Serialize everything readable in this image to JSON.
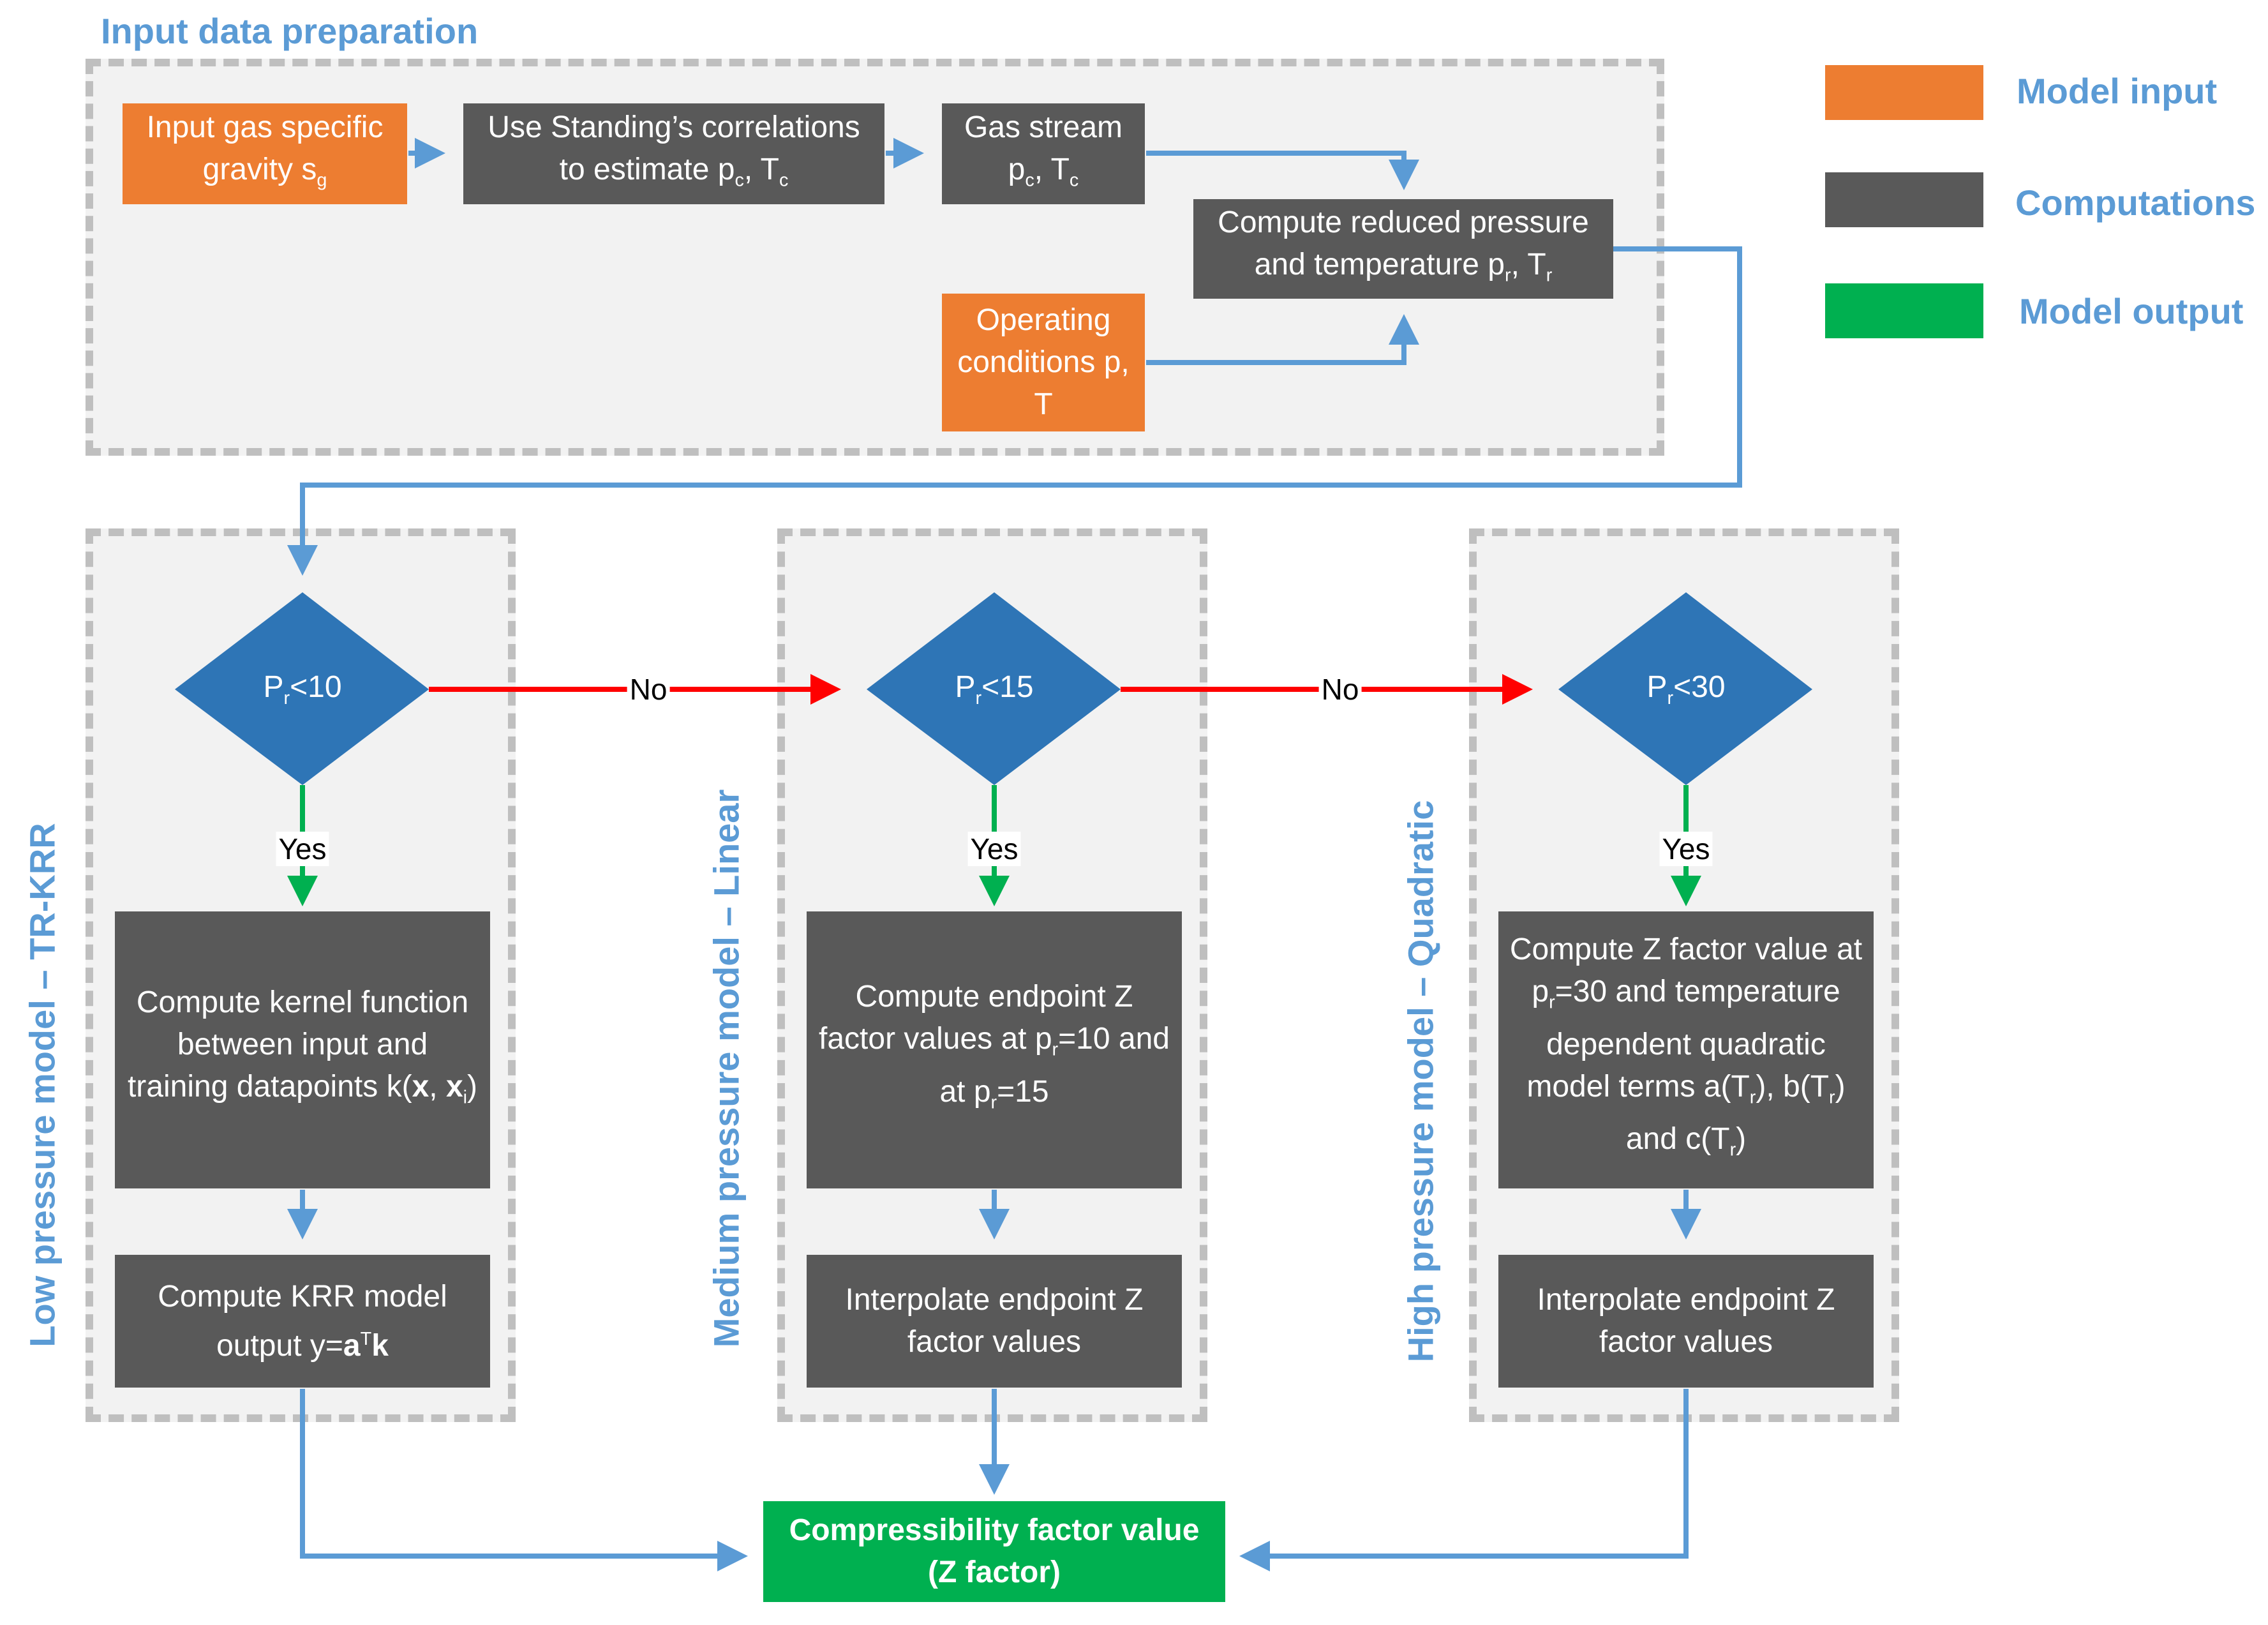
{
  "title": "Input data preparation",
  "legend": [
    {
      "label": "Model input",
      "color": "#ed7d31"
    },
    {
      "label": "Computations",
      "color": "#595959"
    },
    {
      "label": "Model output",
      "color": "#00b050"
    }
  ],
  "prep": {
    "input_sg": {
      "line1": "Input gas specific",
      "line2a": "gravity s",
      "line2sub": "g"
    },
    "standing": {
      "line1": "Use Standing’s correlations",
      "line2a": "to estimate p",
      "sub1": "c",
      "mid": ", T",
      "sub2": "c"
    },
    "gas_stream": {
      "line1": "Gas stream",
      "a": "p",
      "sub1": "c",
      "mid": ", T",
      "sub2": "c"
    },
    "reduced": {
      "line1": "Compute reduced pressure",
      "line2a": "and temperature p",
      "sub1": "r",
      "mid": ", T",
      "sub2": "r"
    },
    "operating": {
      "line1": "Operating",
      "line2": "conditions",
      "line3": "p, T"
    }
  },
  "models": [
    {
      "label": "Low pressure model – TR-KRR",
      "cond": {
        "a": "P",
        "sub": "r",
        "b": "<10"
      },
      "yes": "Yes",
      "step1": {
        "l1": "Compute kernel",
        "l2": "function between input",
        "l3": "and training datapoints",
        "l4a": "k(",
        "x": "x",
        "l4b": ", ",
        "xi": "x",
        "xi_sub": "i",
        "l4c": ")"
      },
      "step2": {
        "l1": "Compute KRR model",
        "l2a": "output y=",
        "a": "a",
        "sup": "T",
        "k": "k"
      }
    },
    {
      "label": "Medium pressure model – Linear",
      "cond": {
        "a": "P",
        "sub": "r",
        "b": "<15"
      },
      "yes": "Yes",
      "step1": {
        "l1": "Compute endpoint Z",
        "l2a": "factor values at p",
        "sub1": "r",
        "l2b": "=10",
        "l3a": "and at p",
        "sub2": "r",
        "l3b": "=15"
      },
      "step2": {
        "l1": "Interpolate endpoint Z",
        "l2": "factor values"
      }
    },
    {
      "label": "High pressure model – Quadratic",
      "cond": {
        "a": "P",
        "sub": "r",
        "b": "<30"
      },
      "yes": "Yes",
      "step1": {
        "l1": "Compute Z factor value",
        "l2a": "at p",
        "sub1": "r",
        "l2b": "=30 and",
        "l3": "temperature",
        "l4": "dependent quadratic",
        "l5a": "model terms a(T",
        "sub2": "r",
        "l5b": "), b(T",
        "sub3": "r",
        "l5c": ")",
        "l6a": "and c(T",
        "sub4": "r",
        "l6b": ")"
      },
      "step2": {
        "l1": "Interpolate endpoint Z",
        "l2": "factor values"
      }
    }
  ],
  "no_labels": [
    "No",
    "No"
  ],
  "output": {
    "l1": "Compressibility factor value",
    "l2": "(Z factor)"
  }
}
